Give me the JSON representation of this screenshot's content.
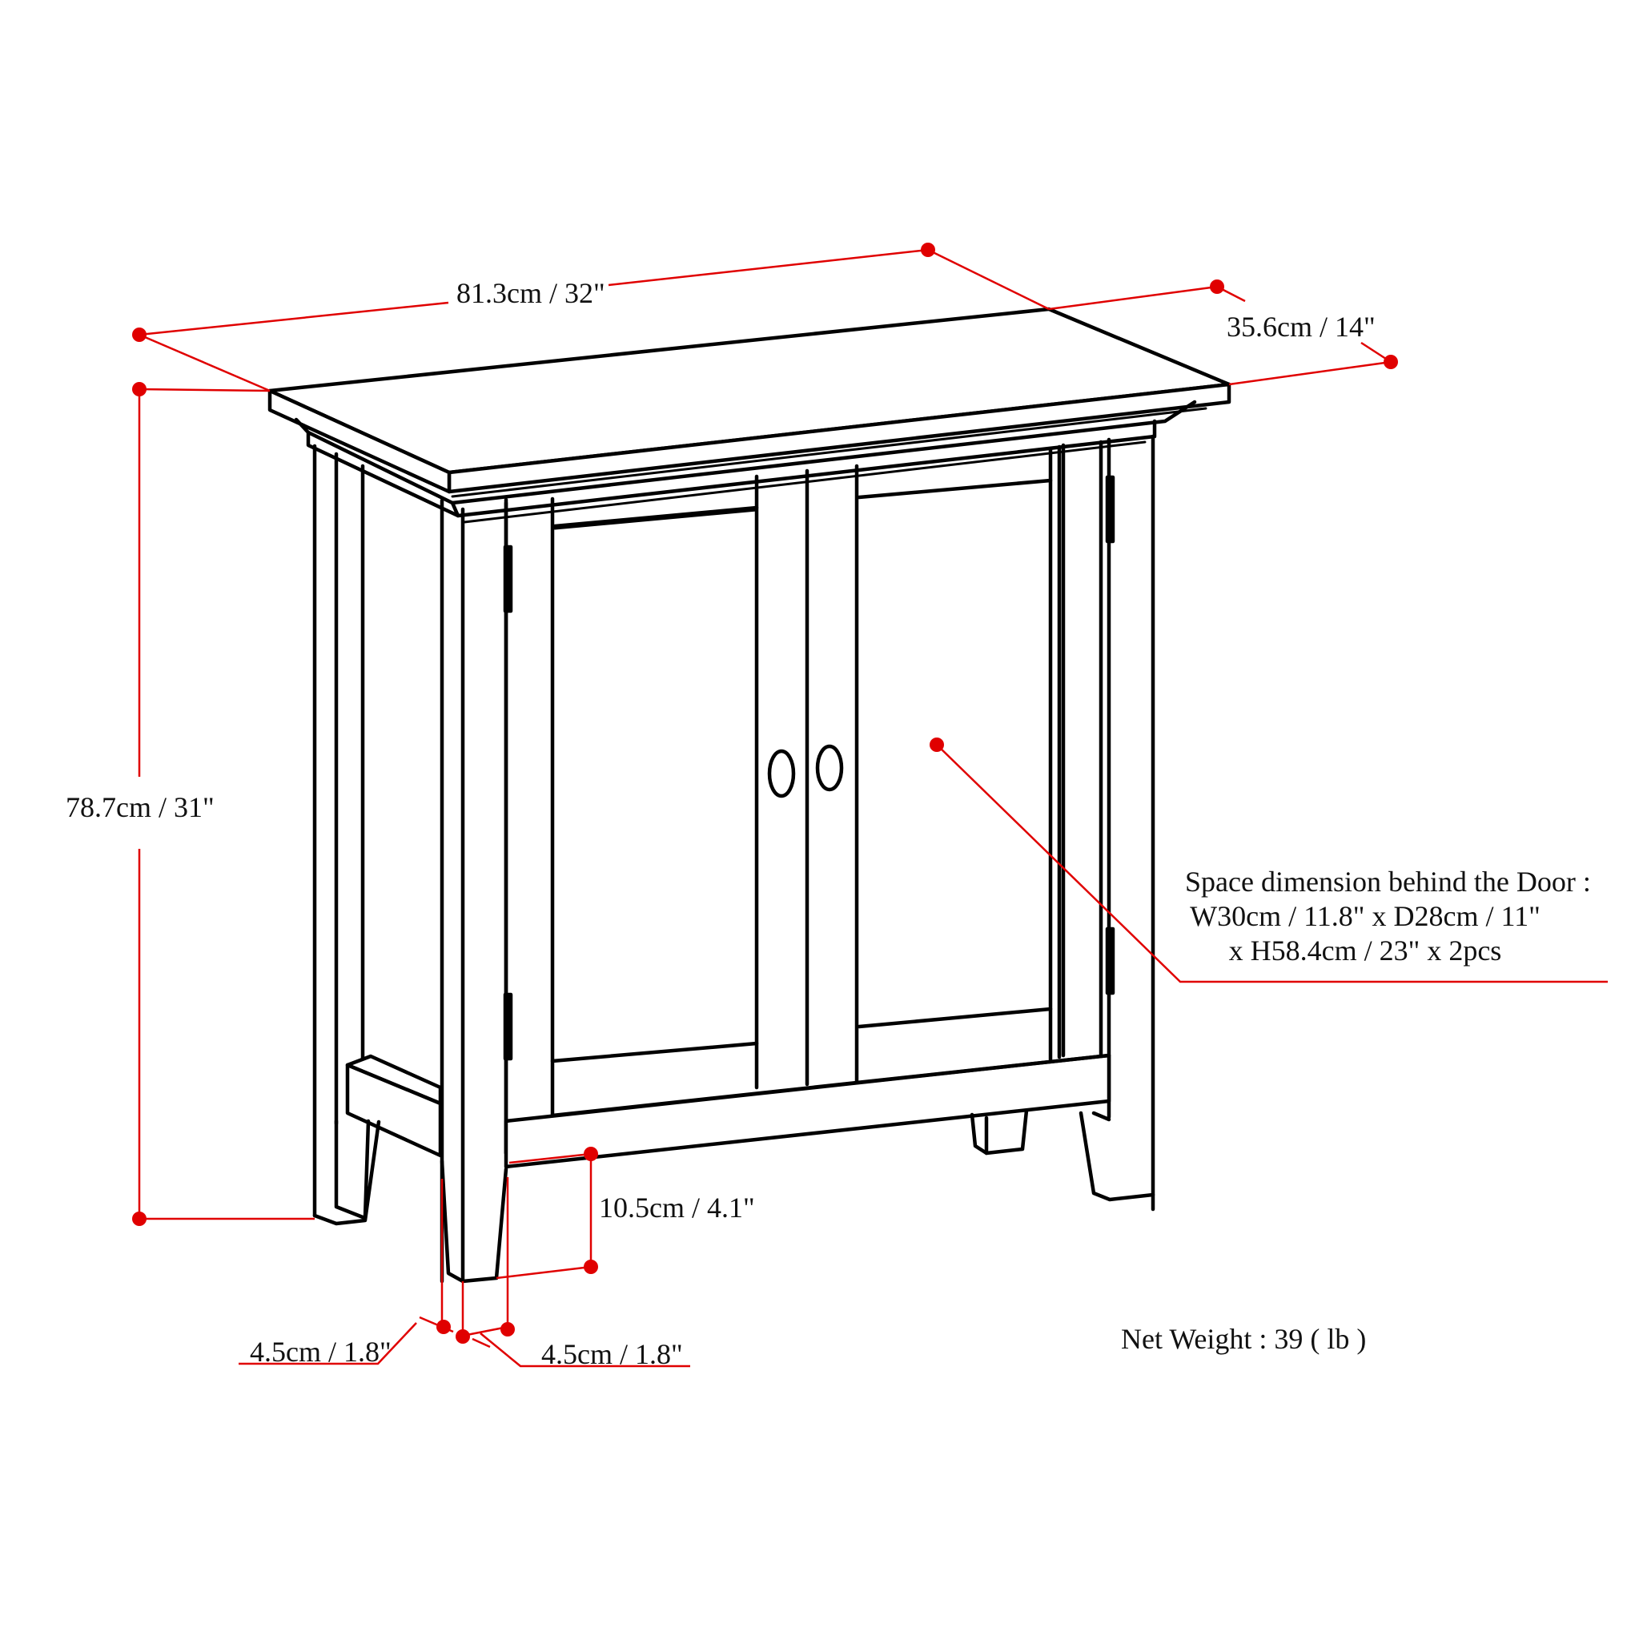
{
  "product": "Two-door storage cabinet dimension drawing",
  "colors": {
    "line": "#000000",
    "dimension": "#e00000",
    "background": "#ffffff",
    "text": "#111111"
  },
  "dimensions": {
    "width": "81.3cm / 32\"",
    "depth": "35.6cm / 14\"",
    "height": "78.7cm / 31\"",
    "leg_height": "10.5cm / 4.1\"",
    "leg_width_left": "4.5cm / 1.8\"",
    "leg_width_right": "4.5cm / 1.8\""
  },
  "interior_note": {
    "line1": "Space dimension behind the Door :",
    "line2": "W30cm / 11.8\" x D28cm / 11\"",
    "line3": "x H58.4cm / 23\" x 2pcs"
  },
  "weight": "Net Weight : 39 ( lb )"
}
